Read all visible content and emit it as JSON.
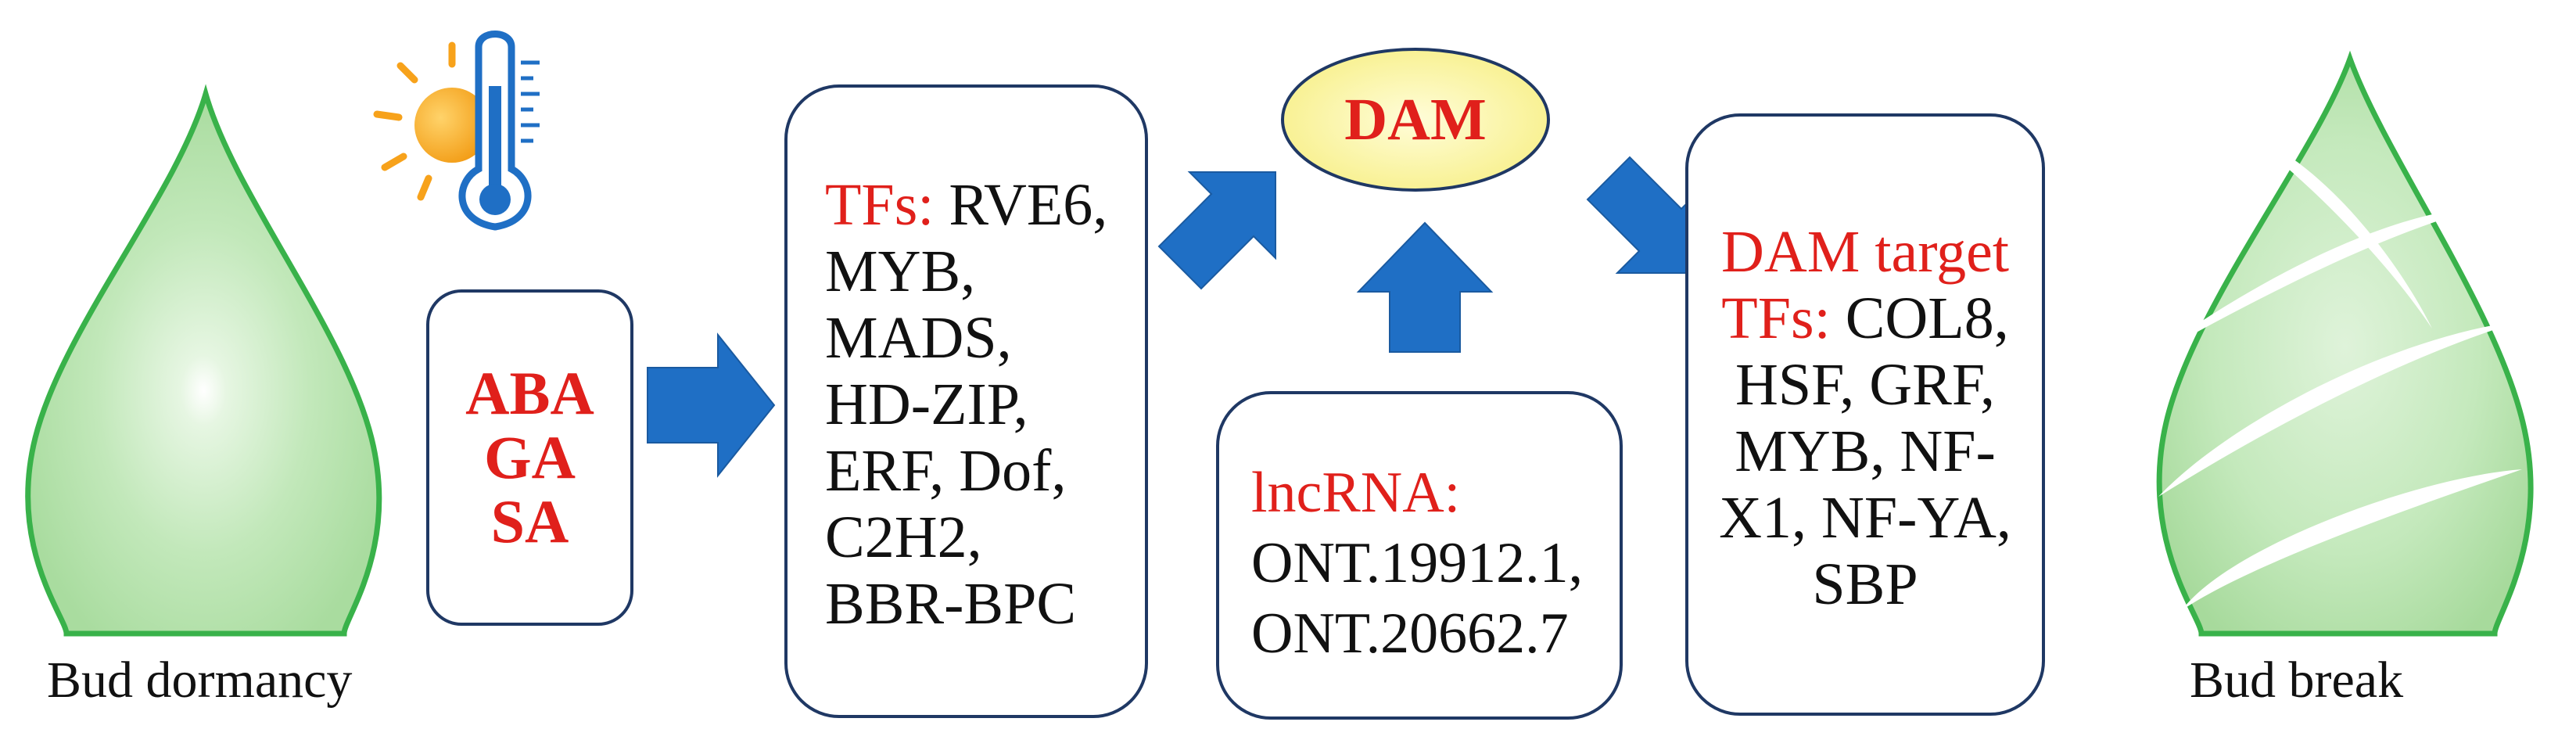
{
  "captions": {
    "left": "Bud dormancy",
    "right": "Bud break"
  },
  "hormones": [
    "ABA",
    "GA",
    "SA"
  ],
  "tf_box": {
    "prefix": "TFs:",
    "lines": [
      "RVE6,",
      "MYB,",
      "MADS,",
      "HD-ZIP,",
      "ERF, Dof,",
      "C2H2,",
      "BBR-BPC"
    ]
  },
  "dam": {
    "label": "DAM"
  },
  "lncrna": {
    "label": "lncRNA:",
    "lines": [
      "ONT.19912.1,",
      "ONT.20662.7"
    ]
  },
  "targets": {
    "title": "DAM target",
    "prefix": "TFs:",
    "lines": [
      "COL8,",
      "HSF, GRF,",
      "MYB, NF-",
      "X1, NF-YA,",
      "SBP"
    ]
  },
  "icons": [
    "sun-icon",
    "thermometer-icon"
  ],
  "colors": {
    "arrow": "#1f6fc5",
    "box_border": "#1f3864",
    "highlight_text": "#e0201b",
    "bud_fill": "#b9e3b0",
    "bud_outline": "#39b24a",
    "dam_fill": "#fbf7a6",
    "sun": "#f7a21b",
    "thermometer": "#1f6fc5"
  }
}
